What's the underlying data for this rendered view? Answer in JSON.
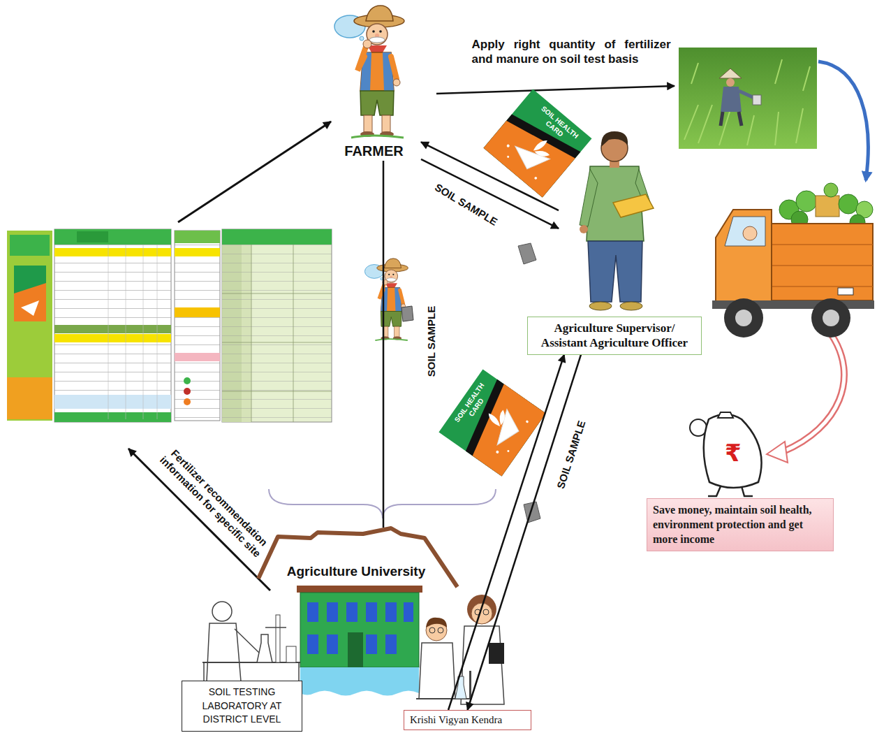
{
  "diagram": {
    "nodes": [
      {
        "text": [
          "FARMER"
        ]
      },
      {
        "text": [
          "Agriculture Supervisor/ Assistant Agriculture Officer"
        ]
      },
      {
        "text": [
          "Agriculture University"
        ]
      },
      {
        "text": [
          "SOIL TESTING LABORATORY AT DISTRICT LEVEL"
        ]
      },
      {
        "text": [
          "Krishi Vigyan Kendra"
        ]
      },
      {
        "text": [
          "Save money, maintain soil health, environment protection and get more income"
        ]
      }
    ],
    "edges": [
      {
        "from": 1,
        "to": 0,
        "arrow": "to"
      },
      {
        "from": 0,
        "to": 1,
        "label": "SOIL SAMPLE",
        "arrow": "to"
      },
      {
        "from": 0,
        "to": 2,
        "label": "SOIL SAMPLE",
        "arrow": "none"
      },
      {
        "from": 1,
        "to": 4,
        "label": "SOIL SAMPLE",
        "arrow": "to"
      },
      {
        "from": 4,
        "to": 1,
        "arrow": "to"
      }
    ],
    "labels": [
      "Apply right quantity of fertilizer and manure on soil test basis",
      "SOIL HEALTH CARD",
      "SOIL HEALTH CARD",
      "Fertilizer recommendation information for specific site",
      "₹"
    ]
  }
}
